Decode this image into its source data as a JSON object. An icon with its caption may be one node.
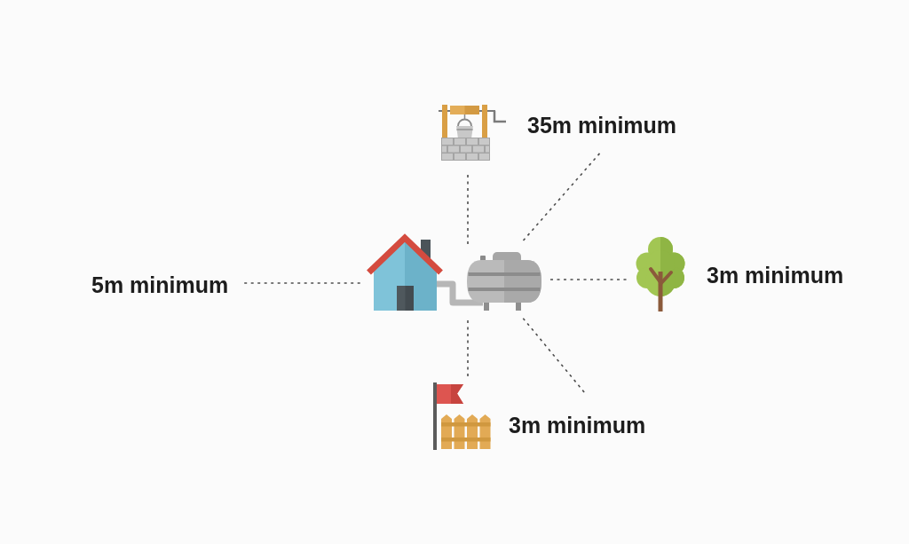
{
  "diagram": {
    "nodes": [
      {
        "text": [],
        "shape": "picture",
        "beside": [
          "35m minimum"
        ]
      },
      {
        "text": [
          "5m minimum"
        ]
      },
      {
        "text": [],
        "shape": "picture"
      },
      {
        "text": [],
        "shape": "picture"
      },
      {
        "text": [],
        "shape": "picture",
        "beside": [
          "3m minimum"
        ]
      },
      {
        "text": [],
        "shape": "picture",
        "beside": [
          "3m minimum"
        ]
      }
    ],
    "edges": [
      {
        "from": 3,
        "to": 0,
        "arrow": "none",
        "style": "dashed"
      },
      {
        "from": 3,
        "to": null,
        "arrow": "none",
        "style": "dashed"
      },
      {
        "from": 1,
        "to": 2,
        "arrow": "none",
        "style": "dashed"
      },
      {
        "from": 2,
        "to": 3,
        "arrow": "none",
        "style": "thick",
        "color": "#b6b6b6"
      },
      {
        "from": 3,
        "to": 4,
        "arrow": "none",
        "style": "dashed"
      },
      {
        "from": 3,
        "to": null,
        "arrow": "none",
        "style": "dashed"
      },
      {
        "from": 3,
        "to": 5,
        "arrow": "none",
        "style": "dashed"
      }
    ]
  }
}
